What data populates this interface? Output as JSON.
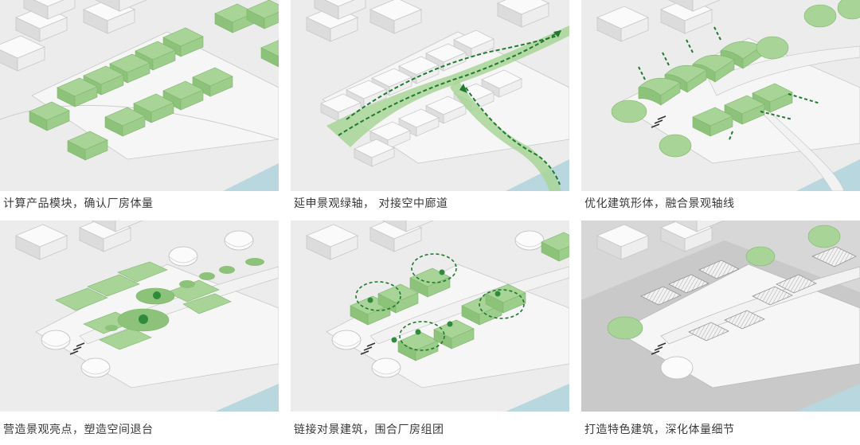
{
  "panels": [
    {
      "caption": "计算产品模块，确认厂房体量"
    },
    {
      "caption": "延申景观绿轴， 对接空中廊道"
    },
    {
      "caption": "优化建筑形体，融合景观轴线"
    },
    {
      "caption": "营造景观亮点，塑造空间退台"
    },
    {
      "caption": "链接对景建筑，围合厂房组团"
    },
    {
      "caption": "打造特色建筑，深化体量细节"
    }
  ],
  "colors": {
    "ground": "#ececec",
    "site": "#f6f6f6",
    "building_top": "#fafafa",
    "green_top": "#a8d597",
    "green_side": "#8cc27a",
    "dark_green": "#2e8b3c",
    "water": "#b9d7df",
    "caption_text": "#3a3a3a"
  }
}
